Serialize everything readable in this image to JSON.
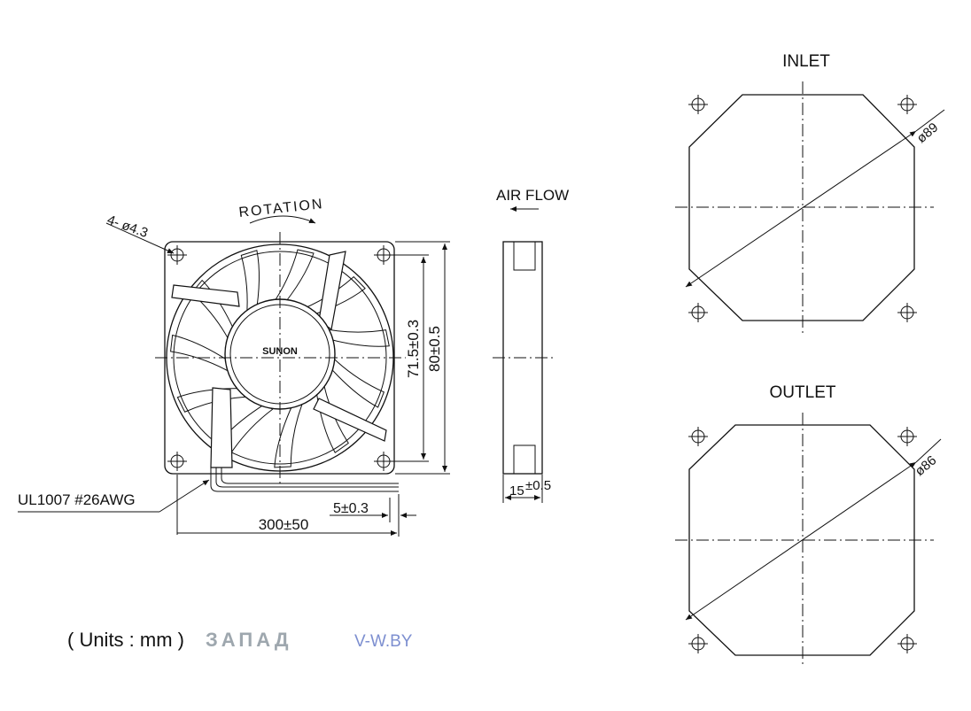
{
  "front_view": {
    "rotation_label": "ROTATION",
    "hole_label": "4- ø4.3",
    "brand": "SUNON",
    "dim_inner": "71.5±0.3",
    "dim_outer": "80±0.5",
    "wire_label": "UL1007 #26AWG",
    "strip_label": "5±0.3",
    "lead_label": "300±50"
  },
  "side_view": {
    "airflow_label": "AIR FLOW",
    "depth_a": "15",
    "depth_b": "±0.5"
  },
  "inlet": {
    "title": "INLET",
    "diameter_label": "ø89"
  },
  "outlet": {
    "title": "OUTLET",
    "diameter_label": "ø86"
  },
  "units_label": "( Units : mm )",
  "watermark": {
    "text": "ЗАПАД",
    "url": "V-W.BY"
  }
}
